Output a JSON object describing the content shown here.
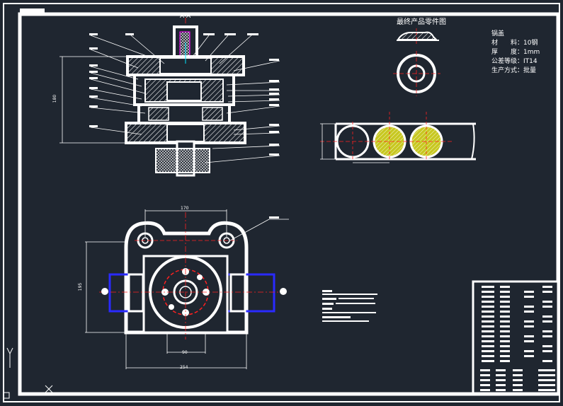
{
  "section_label": "A-A",
  "final_title": "最终产品零件图",
  "part_spec": {
    "name": "锅盖",
    "material": "材　　料：10钢",
    "thickness": "厚　　度：1mm",
    "tolerance": "公差等级：IT14",
    "production": "生产方式：批量"
  },
  "dimensions": {
    "height_section": "180",
    "width_top": "170",
    "height_plan": "195",
    "width_inner": "90",
    "width_bottom": "254"
  },
  "colors": {
    "background": "#1f2630",
    "line": "#ffffff",
    "center": "#ff2020",
    "accent": "#ff00ff",
    "cyan": "#00e5ff",
    "blue": "#2a2aff",
    "hatch_fill": "#c8c820"
  }
}
